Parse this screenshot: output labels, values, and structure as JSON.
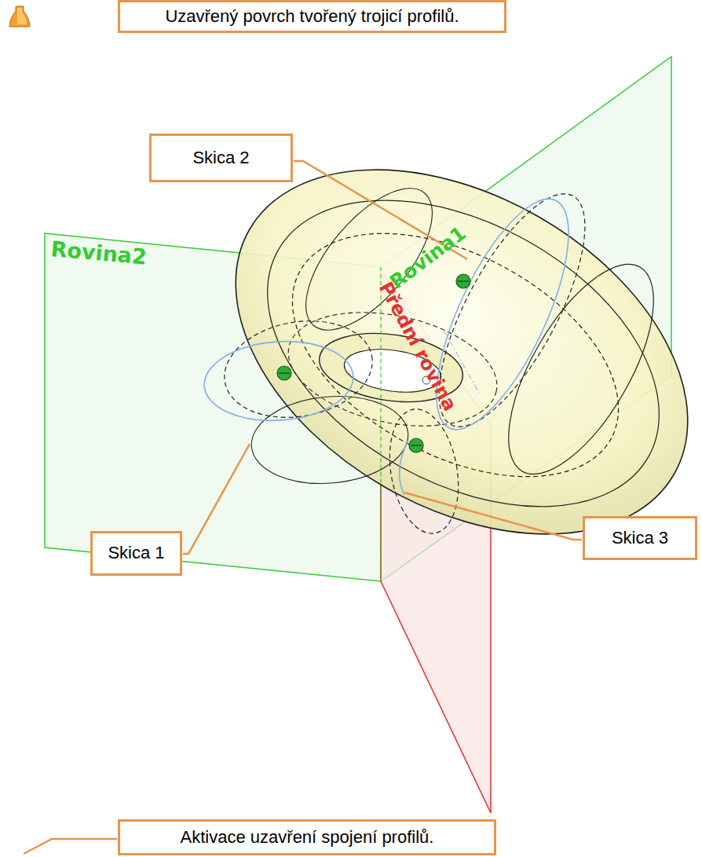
{
  "diagram": {
    "nodes": [
      {
        "text": [
          "Uzavřený povrch tvořený trojicí profilů."
        ]
      },
      {
        "text": [
          "Skica 2"
        ]
      },
      {
        "text": [
          "Skica 1"
        ]
      },
      {
        "text": [
          "Skica 3"
        ]
      },
      {
        "text": [
          "Aktivace uzavření spojení profilů."
        ]
      }
    ],
    "labels": [
      "Rovina2",
      "Rovina1",
      "Přední rovina"
    ]
  }
}
